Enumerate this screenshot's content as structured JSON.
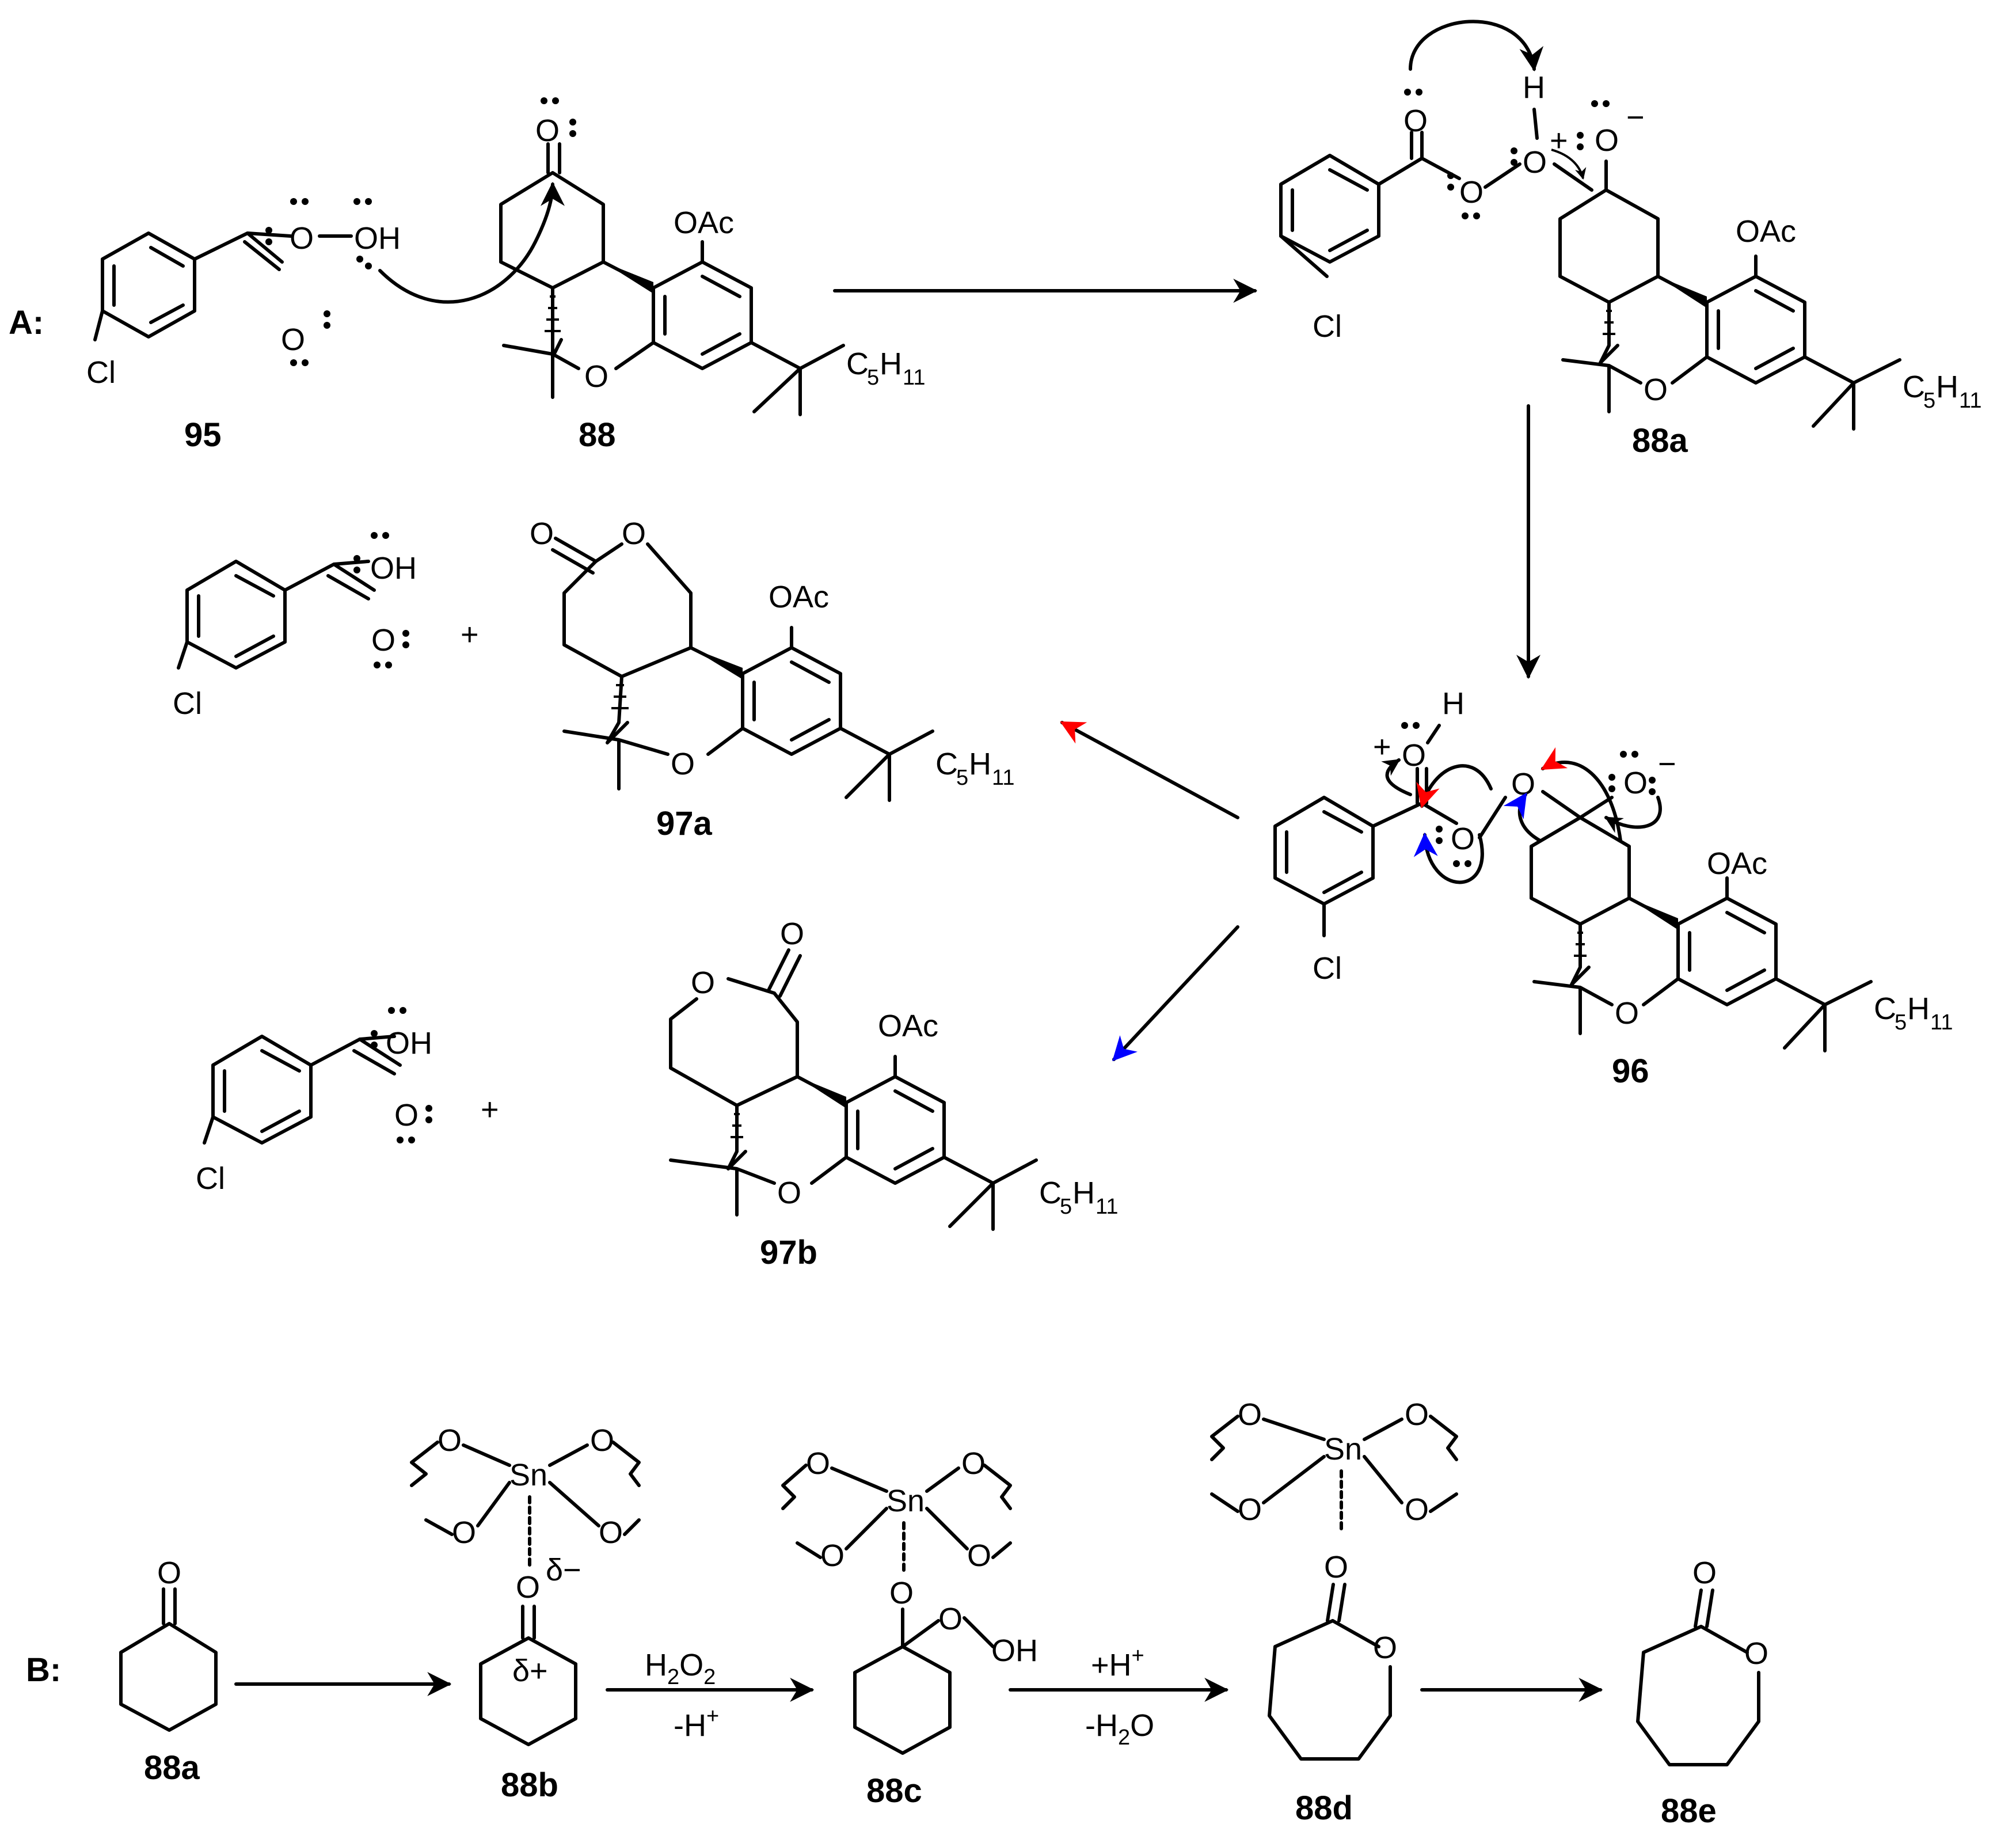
{
  "section_labels": {
    "a": "A:",
    "b": "B:"
  },
  "compound_labels": {
    "c95": "95",
    "c88": "88",
    "c88a_top": "88a",
    "c97a": "97a",
    "c97b": "97b",
    "c96": "96",
    "c88a": "88a",
    "c88b": "88b",
    "c88c": "88c",
    "c88d": "88d",
    "c88e": "88e"
  },
  "atoms": {
    "cl": "Cl",
    "o": "O",
    "oh": "OH",
    "h": "H",
    "oac": "OAc",
    "sn": "Sn",
    "c5": "C",
    "c5_sub": "5",
    "h11": "H",
    "h11_sub": "11",
    "plus": "+",
    "minus": "−",
    "delta_minus": "δ−",
    "delta_plus": "δ+"
  },
  "conditions": {
    "step2_top": "H2O2",
    "step2_top_base": "H",
    "step2_top_sub": "2",
    "step2_top_o": "O",
    "step2_top_sub2": "2",
    "step2_bottom": "-H+",
    "step2_bottom_base": "-H",
    "step2_bottom_sup": "+",
    "step3_top": "+H+",
    "step3_top_base": "+H",
    "step3_top_sup": "+",
    "step3_bottom": "-H2O",
    "step3_bottom_base": "-H",
    "step3_bottom_sub": "2",
    "step3_bottom_o": "O"
  },
  "arrow_colors": {
    "black": "#000000",
    "red": "#ff0000",
    "blue": "#0000ff"
  }
}
